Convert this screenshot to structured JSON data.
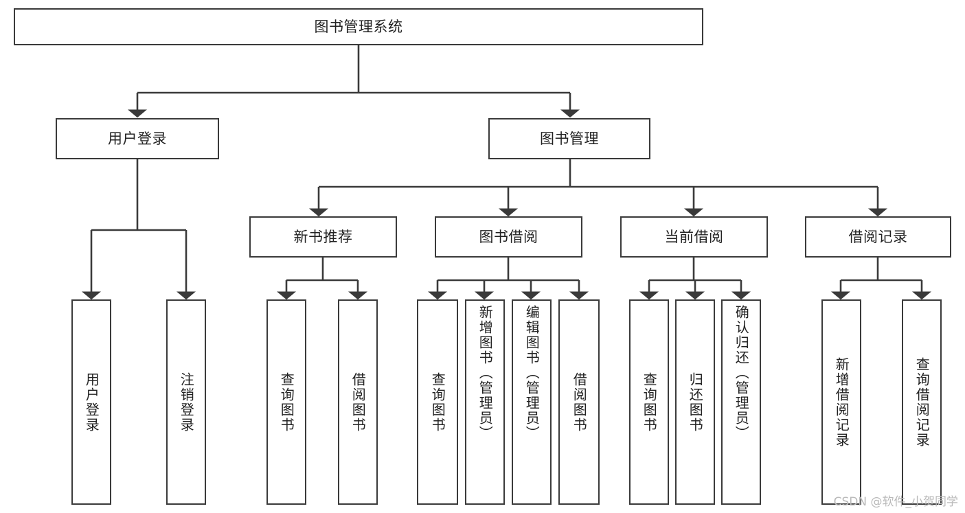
{
  "diagram": {
    "title": "图书管理系统",
    "type": "tree",
    "watermark": "CSDN @软件_小贺同学",
    "colors": {
      "node_border": "#3a3a3a",
      "node_fill": "#ffffff",
      "edge": "#3a3a3a",
      "text": "#222222",
      "watermark": "#b9b9b9"
    },
    "nodes": {
      "root": {
        "label": "图书管理系统"
      },
      "level1": [
        {
          "label": "用户登录"
        },
        {
          "label": "图书管理"
        }
      ],
      "level2": [
        {
          "label": "新书推荐"
        },
        {
          "label": "图书借阅"
        },
        {
          "label": "当前借阅"
        },
        {
          "label": "借阅记录"
        }
      ],
      "leaves": {
        "user_login": [
          {
            "label": "用户登录"
          },
          {
            "label": "注销登录"
          }
        ],
        "new_book_recommend": [
          {
            "label": "查询图书"
          },
          {
            "label": "借阅图书"
          }
        ],
        "book_borrow": [
          {
            "label": "查询图书"
          },
          {
            "label": "新增图书（管理员）"
          },
          {
            "label": "编辑图书（管理员）"
          },
          {
            "label": "借阅图书"
          }
        ],
        "current_borrow": [
          {
            "label": "查询图书"
          },
          {
            "label": "归还图书"
          },
          {
            "label": "确认归还（管理员）"
          }
        ],
        "borrow_record": [
          {
            "label": "新增借阅记录"
          },
          {
            "label": "查询借阅记录"
          }
        ]
      }
    }
  }
}
